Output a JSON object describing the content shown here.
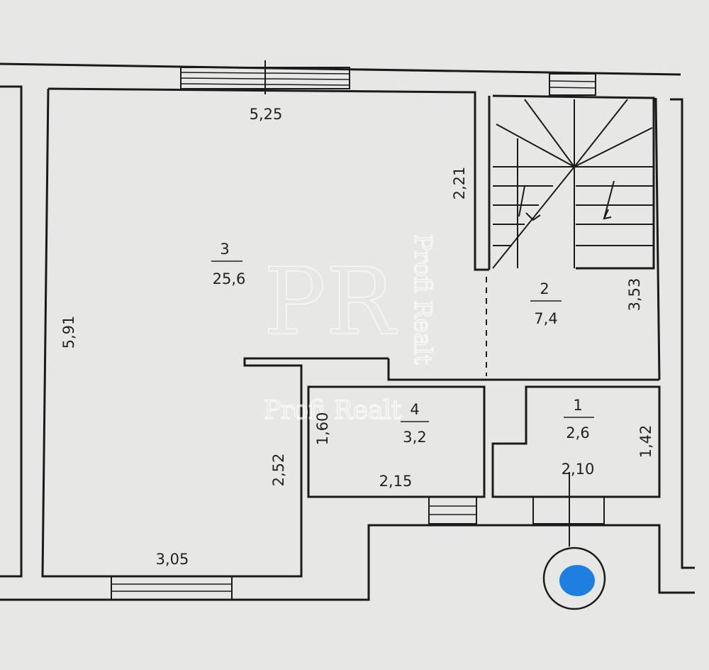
{
  "colors": {
    "paper": "#e7e7e5",
    "line": "#1b1b1b",
    "marker_dot": "#1e7fe0",
    "watermark": "#ffffff"
  },
  "watermark": {
    "monogram": "PR",
    "text_horizontal": "Profi Realt",
    "text_vertical": "Profi Realt"
  },
  "rooms": [
    {
      "number": "3",
      "area": "25,6"
    },
    {
      "number": "2",
      "area": "7,4"
    },
    {
      "number": "4",
      "area": "3,2"
    },
    {
      "number": "1",
      "area": "2,6"
    }
  ],
  "dimensions": {
    "top_wall": "5,25",
    "left_wall": "5,91",
    "bottom_wall": "3,05",
    "room3_lower_right": "2,52",
    "stair_upper": "2,21",
    "room2_right": "3,53",
    "room4_left": "1,60",
    "room4_bottom": "2,15",
    "room1_right": "1,42",
    "room1_bottom": "2,10"
  },
  "icons": {
    "marker": "blue-dot-marker-icon"
  }
}
